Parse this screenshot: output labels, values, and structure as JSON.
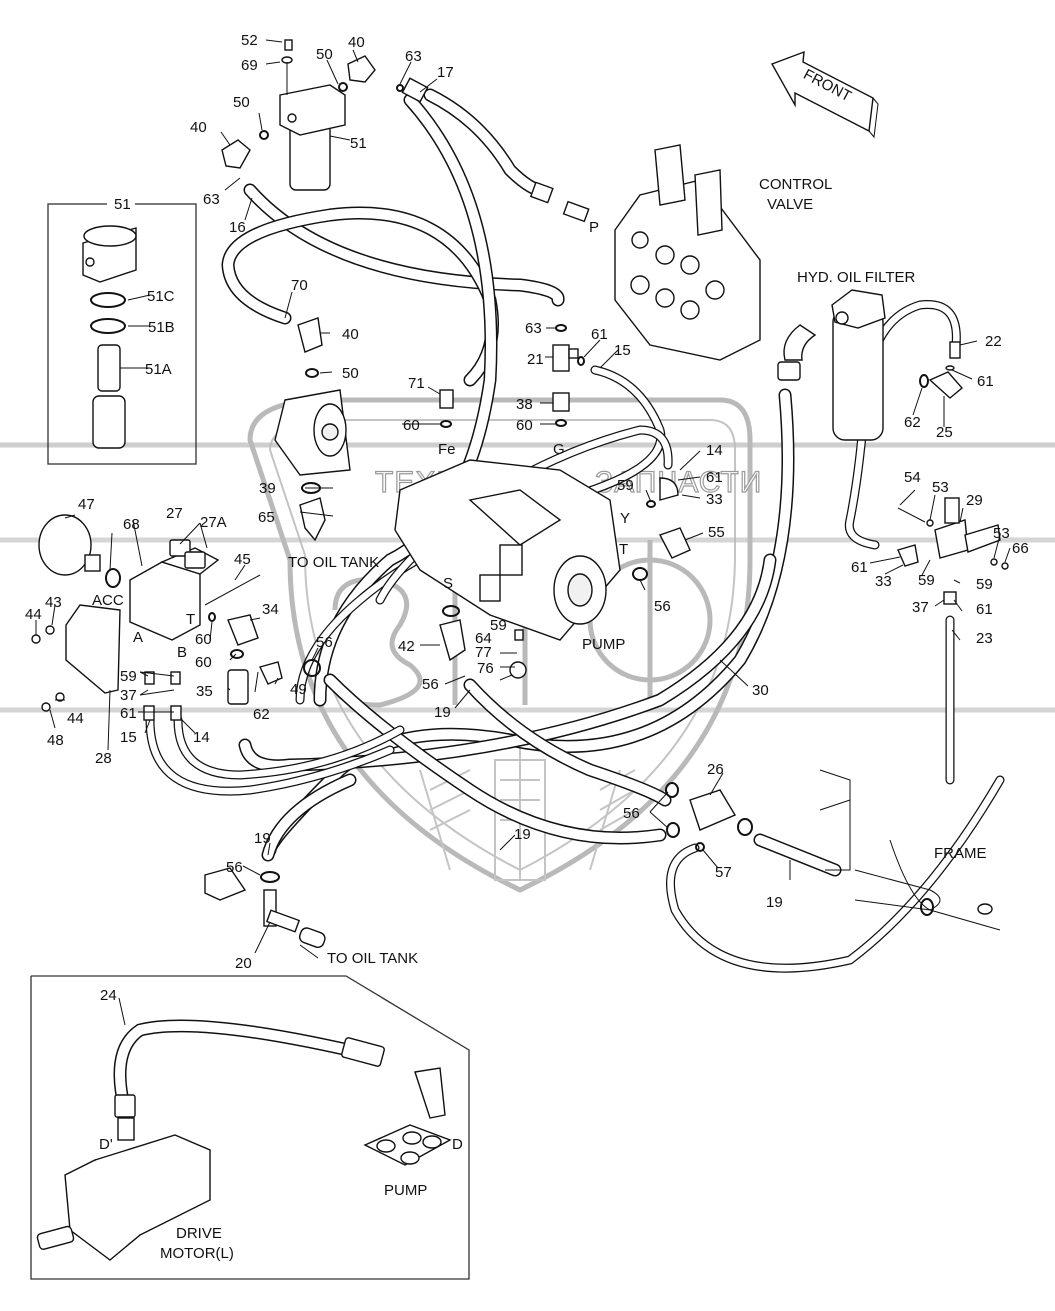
{
  "diagram": {
    "title": "Hydraulic piping – pump, filters, control valve",
    "watermark": {
      "text_left": "ТЕХНИКА",
      "text_right": "ЗАПЧАСТИ",
      "logo": "ЭТФ"
    },
    "direction_arrow": {
      "label": "FRONT"
    },
    "captions": {
      "control_valve_1": "CONTROL",
      "control_valve_2": "VALVE",
      "hyd_oil_filter": "HYD. OIL FILTER",
      "to_oil_tank_upper": "TO OIL TANK",
      "to_oil_tank_lower": "TO OIL TANK",
      "pump_main": "PUMP",
      "frame": "FRAME",
      "inset_pump": "PUMP",
      "drive_motor_1": "DRIVE",
      "drive_motor_2": "MOTOR(L)"
    },
    "port_labels": {
      "P": "P",
      "Fe": "Fe",
      "G": "G",
      "Y": "Y",
      "T_pump": "T",
      "S": "S",
      "ACC": "ACC",
      "A": "A",
      "B": "B",
      "T_valve": "T",
      "D": "D",
      "D_prime": "D'"
    },
    "callouts": [
      {
        "id": "c52",
        "text": "52"
      },
      {
        "id": "c69",
        "text": "69"
      },
      {
        "id": "c50a",
        "text": "50"
      },
      {
        "id": "c40a",
        "text": "40"
      },
      {
        "id": "c63a",
        "text": "63"
      },
      {
        "id": "c17",
        "text": "17"
      },
      {
        "id": "c50b",
        "text": "50"
      },
      {
        "id": "c40b",
        "text": "40"
      },
      {
        "id": "c51",
        "text": "51"
      },
      {
        "id": "c63b",
        "text": "63"
      },
      {
        "id": "c16",
        "text": "16"
      },
      {
        "id": "c51box",
        "text": "51"
      },
      {
        "id": "c51C",
        "text": "51C"
      },
      {
        "id": "c51B",
        "text": "51B"
      },
      {
        "id": "c51A",
        "text": "51A"
      },
      {
        "id": "c70",
        "text": "70"
      },
      {
        "id": "c40c",
        "text": "40"
      },
      {
        "id": "c50c",
        "text": "50"
      },
      {
        "id": "c63c",
        "text": "63"
      },
      {
        "id": "c61a",
        "text": "61"
      },
      {
        "id": "c21",
        "text": "21"
      },
      {
        "id": "c15a",
        "text": "15"
      },
      {
        "id": "c71",
        "text": "71"
      },
      {
        "id": "c38",
        "text": "38"
      },
      {
        "id": "c60a",
        "text": "60"
      },
      {
        "id": "c60b",
        "text": "60"
      },
      {
        "id": "c14a",
        "text": "14"
      },
      {
        "id": "c61b",
        "text": "61"
      },
      {
        "id": "c59a",
        "text": "59"
      },
      {
        "id": "c33a",
        "text": "33"
      },
      {
        "id": "c39",
        "text": "39"
      },
      {
        "id": "c65",
        "text": "65"
      },
      {
        "id": "c55",
        "text": "55"
      },
      {
        "id": "c56a",
        "text": "56"
      },
      {
        "id": "c22",
        "text": "22"
      },
      {
        "id": "c61c",
        "text": "61"
      },
      {
        "id": "c62a",
        "text": "62"
      },
      {
        "id": "c25",
        "text": "25"
      },
      {
        "id": "c54",
        "text": "54"
      },
      {
        "id": "c53a",
        "text": "53"
      },
      {
        "id": "c29",
        "text": "29"
      },
      {
        "id": "c53b",
        "text": "53"
      },
      {
        "id": "c66",
        "text": "66"
      },
      {
        "id": "c61d",
        "text": "61"
      },
      {
        "id": "c33b",
        "text": "33"
      },
      {
        "id": "c59b",
        "text": "59"
      },
      {
        "id": "c59c",
        "text": "59"
      },
      {
        "id": "c37a",
        "text": "37"
      },
      {
        "id": "c61e",
        "text": "61"
      },
      {
        "id": "c23",
        "text": "23"
      },
      {
        "id": "c47",
        "text": "47"
      },
      {
        "id": "c68",
        "text": "68"
      },
      {
        "id": "c27",
        "text": "27"
      },
      {
        "id": "c27A",
        "text": "27A"
      },
      {
        "id": "c45",
        "text": "45"
      },
      {
        "id": "c44a",
        "text": "44"
      },
      {
        "id": "c43",
        "text": "43"
      },
      {
        "id": "c34",
        "text": "34"
      },
      {
        "id": "c60c",
        "text": "60"
      },
      {
        "id": "c60d",
        "text": "60"
      },
      {
        "id": "c56b",
        "text": "56"
      },
      {
        "id": "c59d",
        "text": "59"
      },
      {
        "id": "c37b",
        "text": "37"
      },
      {
        "id": "c61f",
        "text": "61"
      },
      {
        "id": "c35",
        "text": "35"
      },
      {
        "id": "c49",
        "text": "49"
      },
      {
        "id": "c62b",
        "text": "62"
      },
      {
        "id": "c44b",
        "text": "44"
      },
      {
        "id": "c48",
        "text": "48"
      },
      {
        "id": "c28",
        "text": "28"
      },
      {
        "id": "c15b",
        "text": "15"
      },
      {
        "id": "c14b",
        "text": "14"
      },
      {
        "id": "c42",
        "text": "42"
      },
      {
        "id": "c59e",
        "text": "59"
      },
      {
        "id": "c64",
        "text": "64"
      },
      {
        "id": "c77",
        "text": "77"
      },
      {
        "id": "c76",
        "text": "76"
      },
      {
        "id": "c56c",
        "text": "56"
      },
      {
        "id": "c19a",
        "text": "19"
      },
      {
        "id": "c30",
        "text": "30"
      },
      {
        "id": "c26",
        "text": "26"
      },
      {
        "id": "c56d",
        "text": "56"
      },
      {
        "id": "c57",
        "text": "57"
      },
      {
        "id": "c19b",
        "text": "19"
      },
      {
        "id": "c19c",
        "text": "19"
      },
      {
        "id": "c19d",
        "text": "19"
      },
      {
        "id": "c56e",
        "text": "56"
      },
      {
        "id": "c20",
        "text": "20"
      },
      {
        "id": "c24",
        "text": "24"
      }
    ]
  }
}
